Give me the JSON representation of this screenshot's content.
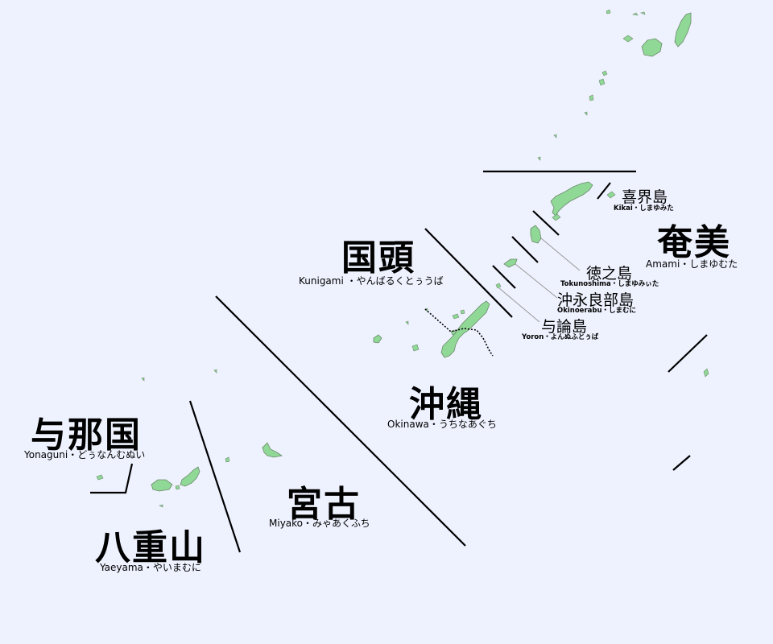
{
  "regions": {
    "kunigami": {
      "name": "国頭",
      "reading": "Kunigami ・やんばるくとぅうば"
    },
    "amami": {
      "name": "奄美",
      "reading": "Amami・しまゆむた"
    },
    "okinawa": {
      "name": "沖縄",
      "reading": "Okinawa・うちなあぐち"
    },
    "miyako": {
      "name": "宮古",
      "reading": "Miyako・みゃあくふち"
    },
    "yonaguni": {
      "name": "与那国",
      "reading": "Yonaguni・どぅなんむぬい"
    },
    "yaeyama": {
      "name": "八重山",
      "reading": "Yaeyama・やいまむに"
    }
  },
  "islands": {
    "kikai": {
      "name": "喜界島",
      "reading": "Kikai・しまゆみた"
    },
    "tokunoshima": {
      "name": "徳之島",
      "reading": "Tokunoshima・しまゆみぃた"
    },
    "okinoerabu": {
      "name": "沖永良部島",
      "reading": "Okinoerabu・しまむに"
    },
    "yoron": {
      "name": "与論島",
      "reading": "Yoron・よんぬふとぅば"
    }
  },
  "colors": {
    "land": "#90d896",
    "sea": "#eef2fe",
    "divider": "#000000"
  }
}
